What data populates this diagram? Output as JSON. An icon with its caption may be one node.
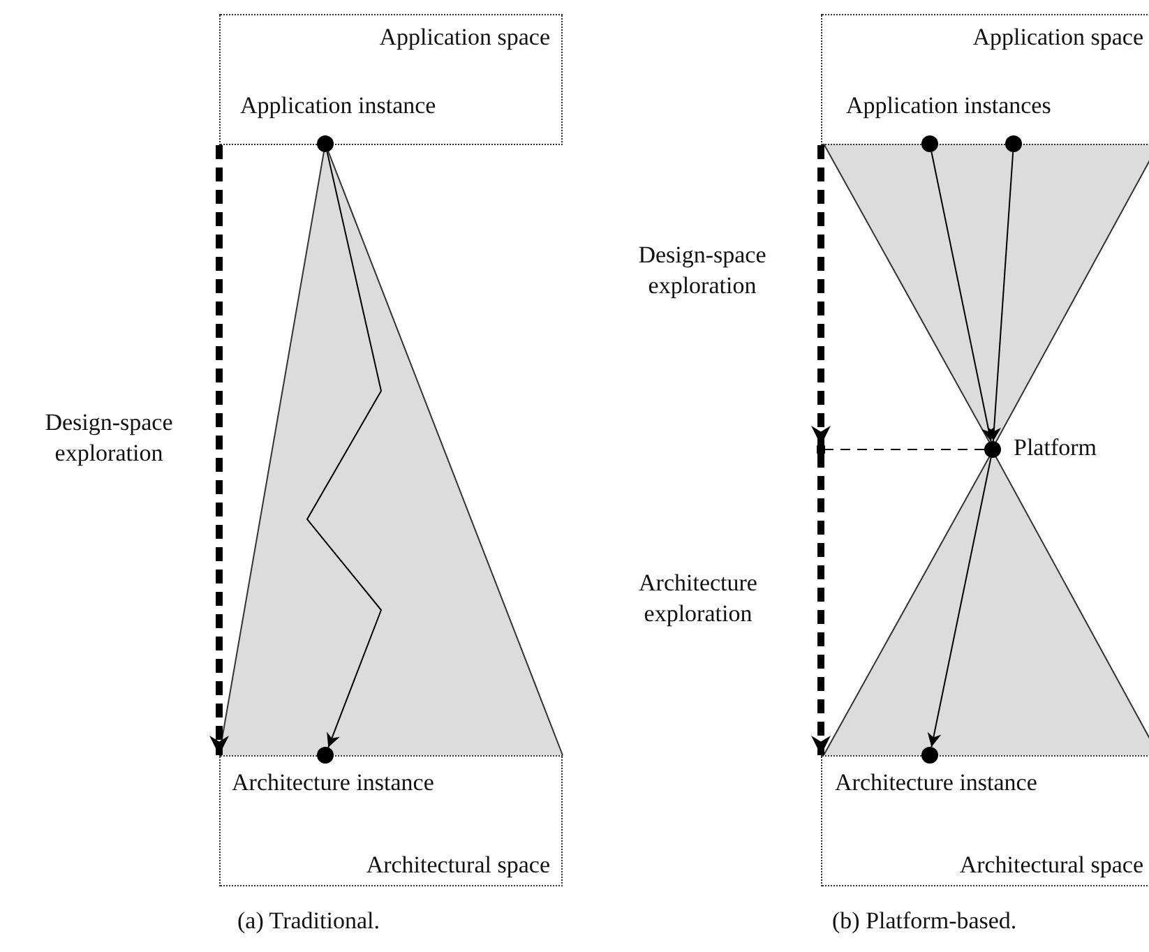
{
  "diagram": {
    "nodes": [
      {
        "text": [
          "Application space"
        ]
      },
      {
        "text": [],
        "shape": "circle"
      },
      {
        "text": [],
        "shape": "circle",
        "beside": [
          "Architecture instance"
        ]
      },
      {
        "text": [
          "Architectural space"
        ]
      },
      {
        "text": [
          "Application space"
        ]
      },
      {
        "text": [],
        "shape": "circle"
      },
      {
        "text": [],
        "shape": "circle"
      },
      {
        "text": [],
        "shape": "circle",
        "beside": [
          "Platform"
        ]
      },
      {
        "text": [],
        "shape": "circle",
        "beside": [
          "Architecture instance"
        ]
      },
      {
        "text": [
          "Architectural space"
        ]
      },
      {
        "text": [],
        "shape": "point"
      }
    ],
    "edges": [
      {
        "from": 0,
        "to": 3,
        "arrow": "to",
        "style": "dashed",
        "label": "Design-space exploration"
      },
      {
        "from": 1,
        "to": 2,
        "arrow": "to"
      },
      {
        "from": 5,
        "to": 7,
        "arrow": "to"
      },
      {
        "from": 6,
        "to": 7,
        "arrow": "to"
      },
      {
        "from": 7,
        "to": 8,
        "arrow": "to"
      },
      {
        "from": 4,
        "to": 10,
        "arrow": "to",
        "style": "dashed",
        "label": "Design-space exploration"
      },
      {
        "from": 10,
        "to": 9,
        "arrow": "to",
        "style": "dashed",
        "label": "Architecture exploration"
      },
      {
        "from": 7,
        "to": 10,
        "arrow": "none",
        "style": "dashed"
      }
    ],
    "labels": [
      "Application instance",
      "Application instances",
      "(a) Traditional.",
      "(b) Platform-based."
    ]
  }
}
